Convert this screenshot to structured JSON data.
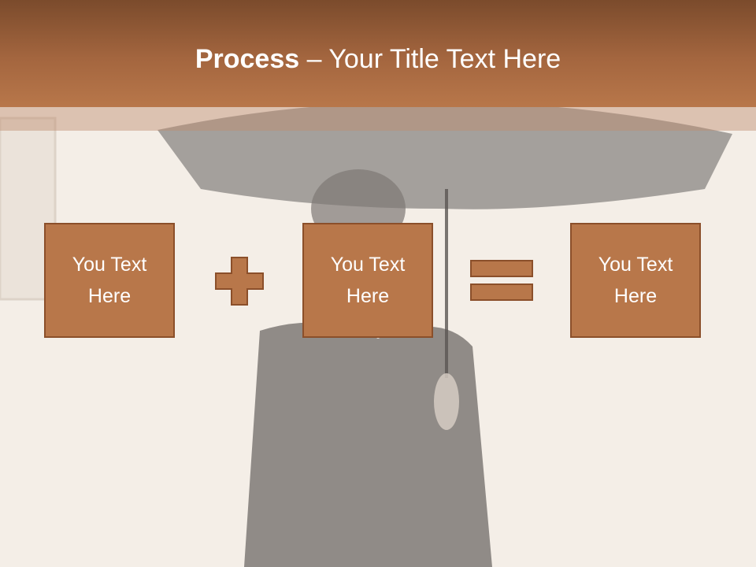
{
  "title": {
    "bold": "Process",
    "rest": " – Your Title Text Here"
  },
  "boxes": [
    "You Text Here",
    "You Text Here",
    "You Text Here"
  ],
  "operators": [
    "plus-icon",
    "equals-icon"
  ],
  "colors": {
    "accent": "#b8774a",
    "border": "#8b4f2a",
    "header_dark": "#7b4b2c"
  }
}
